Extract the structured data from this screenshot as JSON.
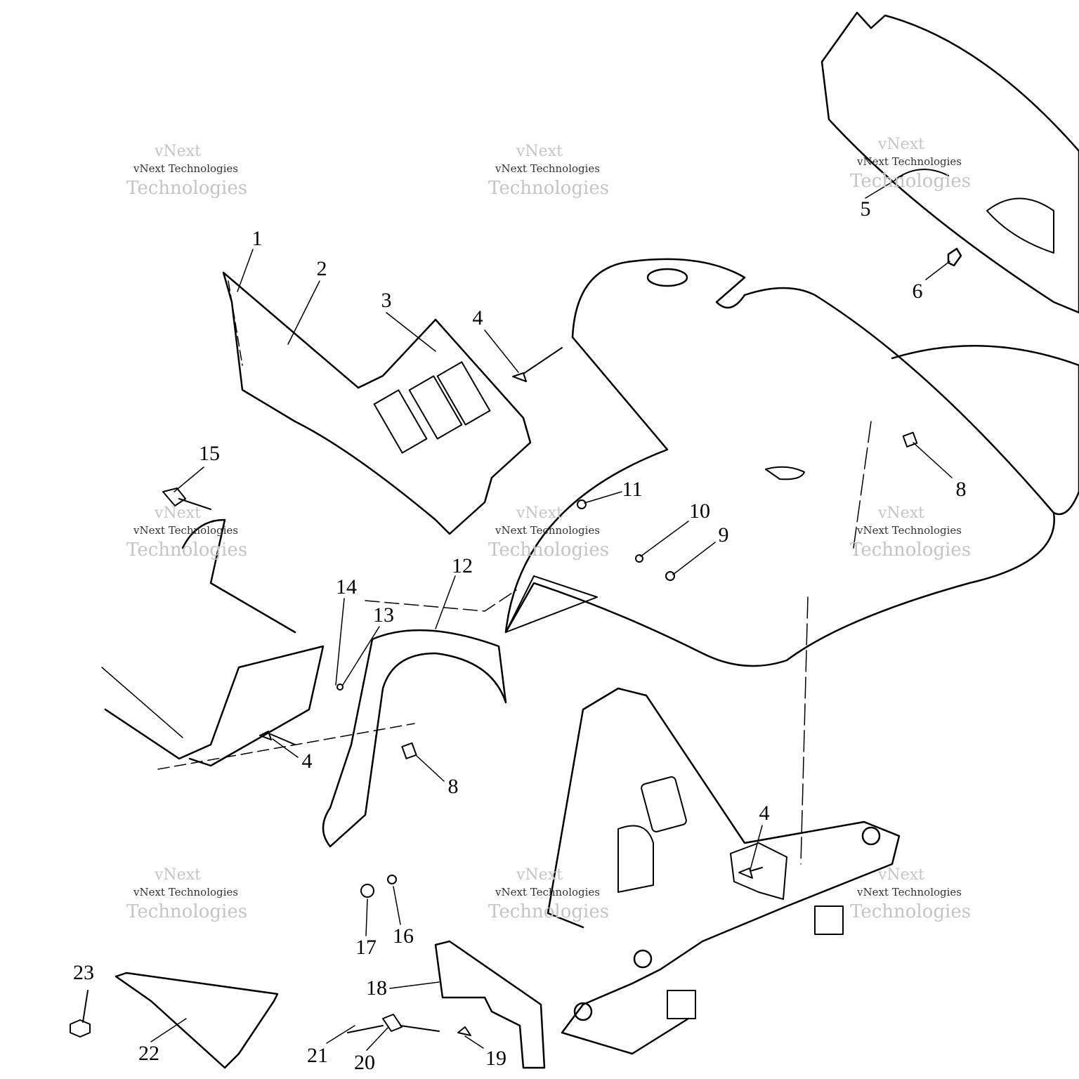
{
  "diagram": {
    "type": "exploded-parts-diagram",
    "callouts": [
      "1",
      "2",
      "3",
      "4",
      "5",
      "6",
      "8",
      "11",
      "10",
      "9",
      "12",
      "14",
      "13",
      "15",
      "4",
      "8",
      "4",
      "17",
      "16",
      "18",
      "23",
      "22",
      "21",
      "20",
      "19"
    ]
  },
  "watermark": {
    "line1": "vNext",
    "line2": "Technologies",
    "small": "vNext Technologies"
  }
}
